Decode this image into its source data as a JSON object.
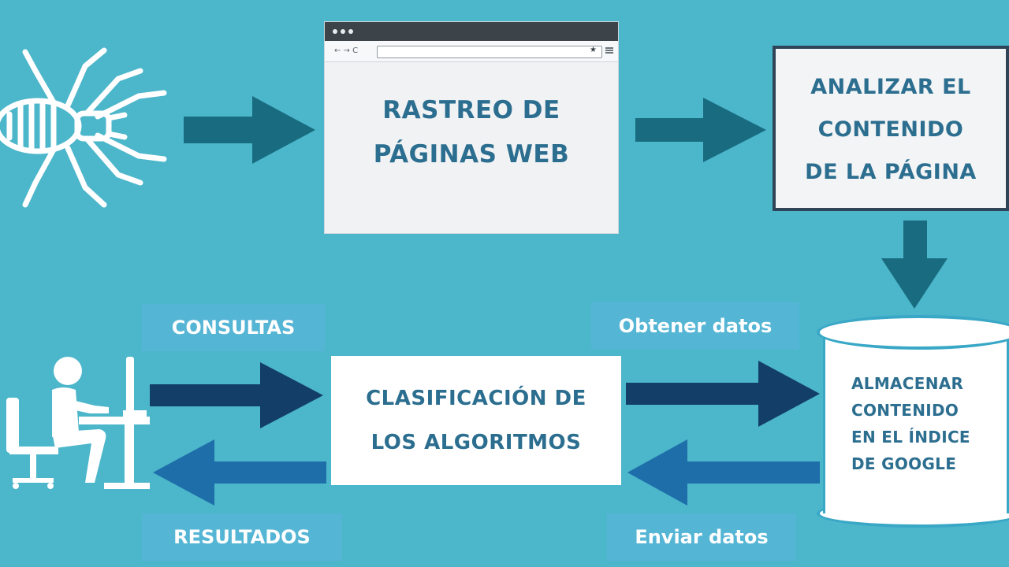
{
  "nodes": {
    "rastreo": {
      "lines": [
        "RASTREO DE",
        "PÁGINAS WEB"
      ]
    },
    "analizar": {
      "lines": [
        "ANALIZAR EL",
        "CONTENIDO",
        "DE LA PÁGINA"
      ]
    },
    "clasificacion": {
      "lines": [
        "CLASIFICACIÓN DE",
        "LOS ALGORITMOS"
      ]
    },
    "almacenar": {
      "lines": [
        "ALMACENAR",
        "CONTENIDO",
        "EN EL ÍNDICE",
        "DE GOOGLE"
      ]
    }
  },
  "labels": {
    "consultas": "CONSULTAS",
    "resultados": "RESULTADOS",
    "obtener": "Obtener datos",
    "enviar": "Enviar datos"
  },
  "browser": {
    "nav": "← → C",
    "star": "★"
  },
  "colors": {
    "background": "#4cb6cb",
    "arrow_top": "#196c7f",
    "arrow_dark": "#133e68",
    "arrow_mid": "#1e6ea9",
    "text": "#2c6e8f",
    "tile": "#55b5d5"
  },
  "icons": [
    "spider-icon",
    "person-at-computer-icon",
    "browser-window-icon",
    "database-cylinder-icon"
  ]
}
